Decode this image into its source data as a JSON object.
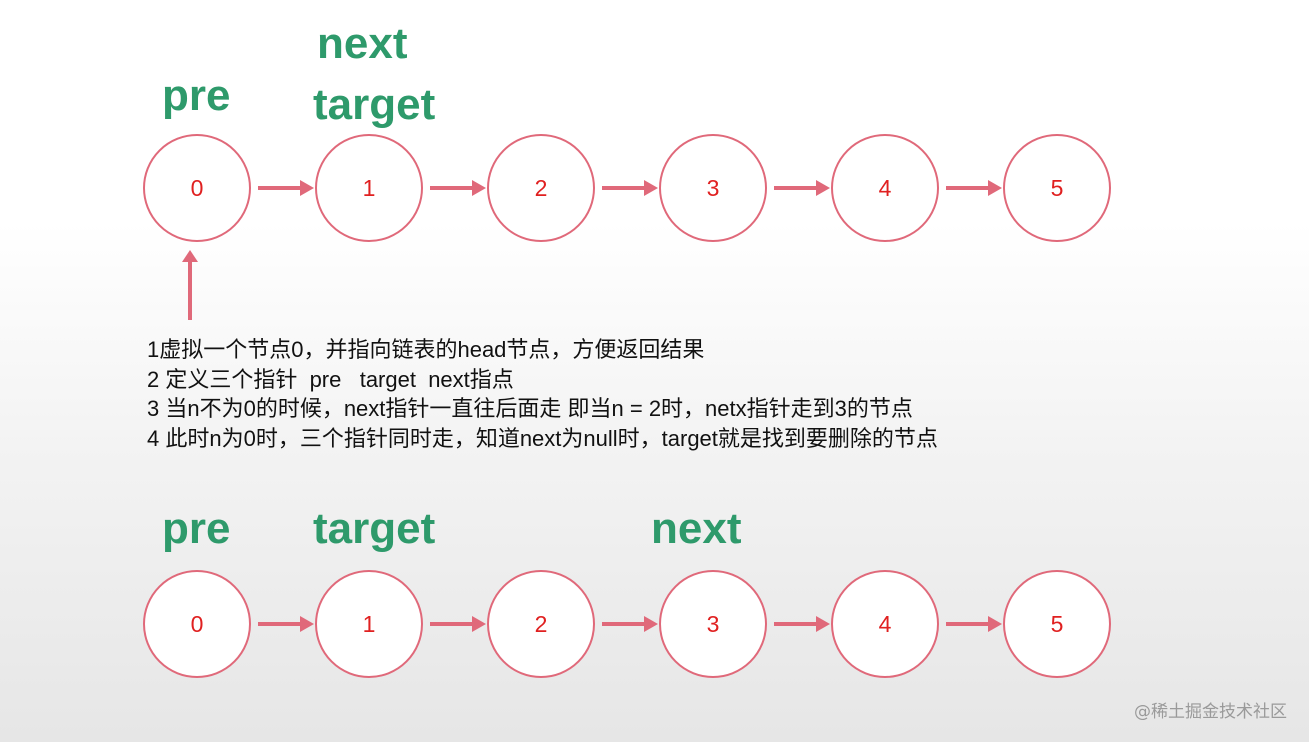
{
  "top_diagram": {
    "pointers": {
      "next": "next",
      "target": "target",
      "pre": "pre"
    },
    "nodes": [
      "0",
      "1",
      "2",
      "3",
      "4",
      "5"
    ]
  },
  "notes": [
    "1虚拟一个节点0，并指向链表的head节点，方便返回结果",
    "2 定义三个指针  pre   target  next指点",
    "3 当n不为0的时候，next指针一直往后面走 即当n = 2时，netx指针走到3的节点",
    "4 此时n为0时，三个指针同时走，知道next为null时，target就是找到要删除的节点"
  ],
  "bottom_diagram": {
    "pointers": {
      "pre": "pre",
      "target": "target",
      "next": "next"
    },
    "nodes": [
      "0",
      "1",
      "2",
      "3",
      "4",
      "5"
    ]
  },
  "colors": {
    "pointer_label": "#2e9a6b",
    "node_border": "#e0697a",
    "node_value": "#e02020",
    "arrow": "#e0697a"
  },
  "watermark": "@稀土掘金技术社区"
}
